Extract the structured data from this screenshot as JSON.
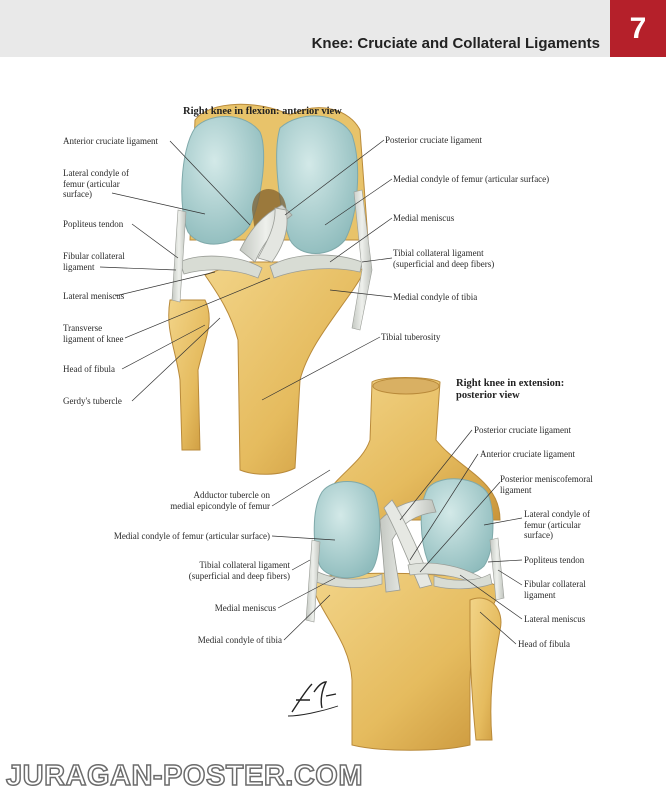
{
  "header": {
    "title": "Knee: Cruciate and Collateral Ligaments",
    "chapter_number": "7"
  },
  "flexion": {
    "title": "Right knee in flexion: anterior view",
    "labels": {
      "anterior_cruciate": "Anterior cruciate ligament",
      "lateral_condyle": "Lateral condyle of\nfemur (articular\nsurface)",
      "popliteus": "Popliteus tendon",
      "fibular_collateral": "Fibular collateral\nligament",
      "lateral_meniscus": "Lateral meniscus",
      "transverse": "Transverse\nligament of knee",
      "head_fibula": "Head of fibula",
      "gerdys": "Gerdy's tubercle",
      "posterior_cruciate": "Posterior cruciate ligament",
      "medial_condyle_femur": "Medial condyle of femur (articular surface)",
      "medial_meniscus": "Medial meniscus",
      "tibial_collateral": "Tibial collateral ligament\n(superficial and deep fibers)",
      "medial_condyle_tibia": "Medial condyle of tibia",
      "tibial_tuberosity": "Tibial tuberosity"
    }
  },
  "extension": {
    "title": "Right knee in extension:\nposterior view",
    "labels": {
      "posterior_cruciate": "Posterior cruciate ligament",
      "anterior_cruciate": "Anterior cruciate ligament",
      "posterior_meniscofemoral": "Posterior meniscofemoral\nligament",
      "lateral_condyle": "Lateral condyle of\nfemur (articular\nsurface)",
      "popliteus": "Popliteus tendon",
      "fibular_collateral": "Fibular collateral\nligament",
      "lateral_meniscus": "Lateral meniscus",
      "head_fibula": "Head of fibula",
      "adductor_tubercle": "Adductor tubercle on\nmedial epicondyle of femur",
      "medial_condyle_femur": "Medial condyle of femur (articular surface)",
      "tibial_collateral": "Tibial collateral ligament\n(superficial and deep fibers)",
      "medial_meniscus": "Medial meniscus",
      "medial_condyle_tibia": "Medial condyle of tibia"
    }
  },
  "watermark": "JURAGAN-POSTER.COM",
  "colors": {
    "bone": "#e8c36a",
    "bone_dark": "#c9953a",
    "cartilage": "#a9cfcf",
    "ligament": "#d9dcd6",
    "accent": "#b5202a"
  }
}
